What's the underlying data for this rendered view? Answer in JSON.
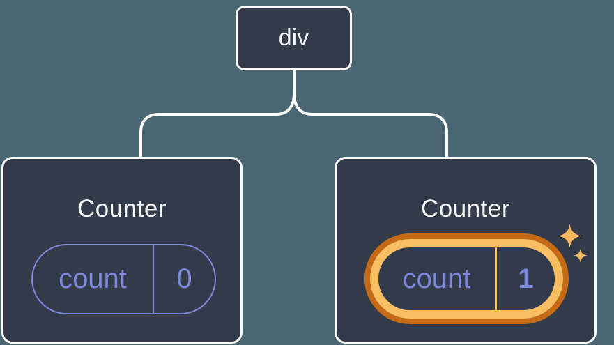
{
  "diagram": {
    "root_node": {
      "label": "div"
    },
    "children": [
      {
        "title": "Counter",
        "state_key": "count",
        "state_value": "0",
        "highlighted": false
      },
      {
        "title": "Counter",
        "state_key": "count",
        "state_value": "1",
        "highlighted": true
      }
    ]
  },
  "icons": {
    "sparkle": "sparkle-icon",
    "connector": "tree-connector"
  },
  "colors": {
    "background": "#4A6672",
    "node_fill": "#333A49",
    "node_border": "#FFFFFF",
    "connector": "#FFFFFF",
    "title_text": "#F6F7F9",
    "state_accent": "#7E88DC",
    "highlight_outer": "#C56B15",
    "highlight_inner": "#F9BD62",
    "sparkle": "#F6B75D"
  }
}
